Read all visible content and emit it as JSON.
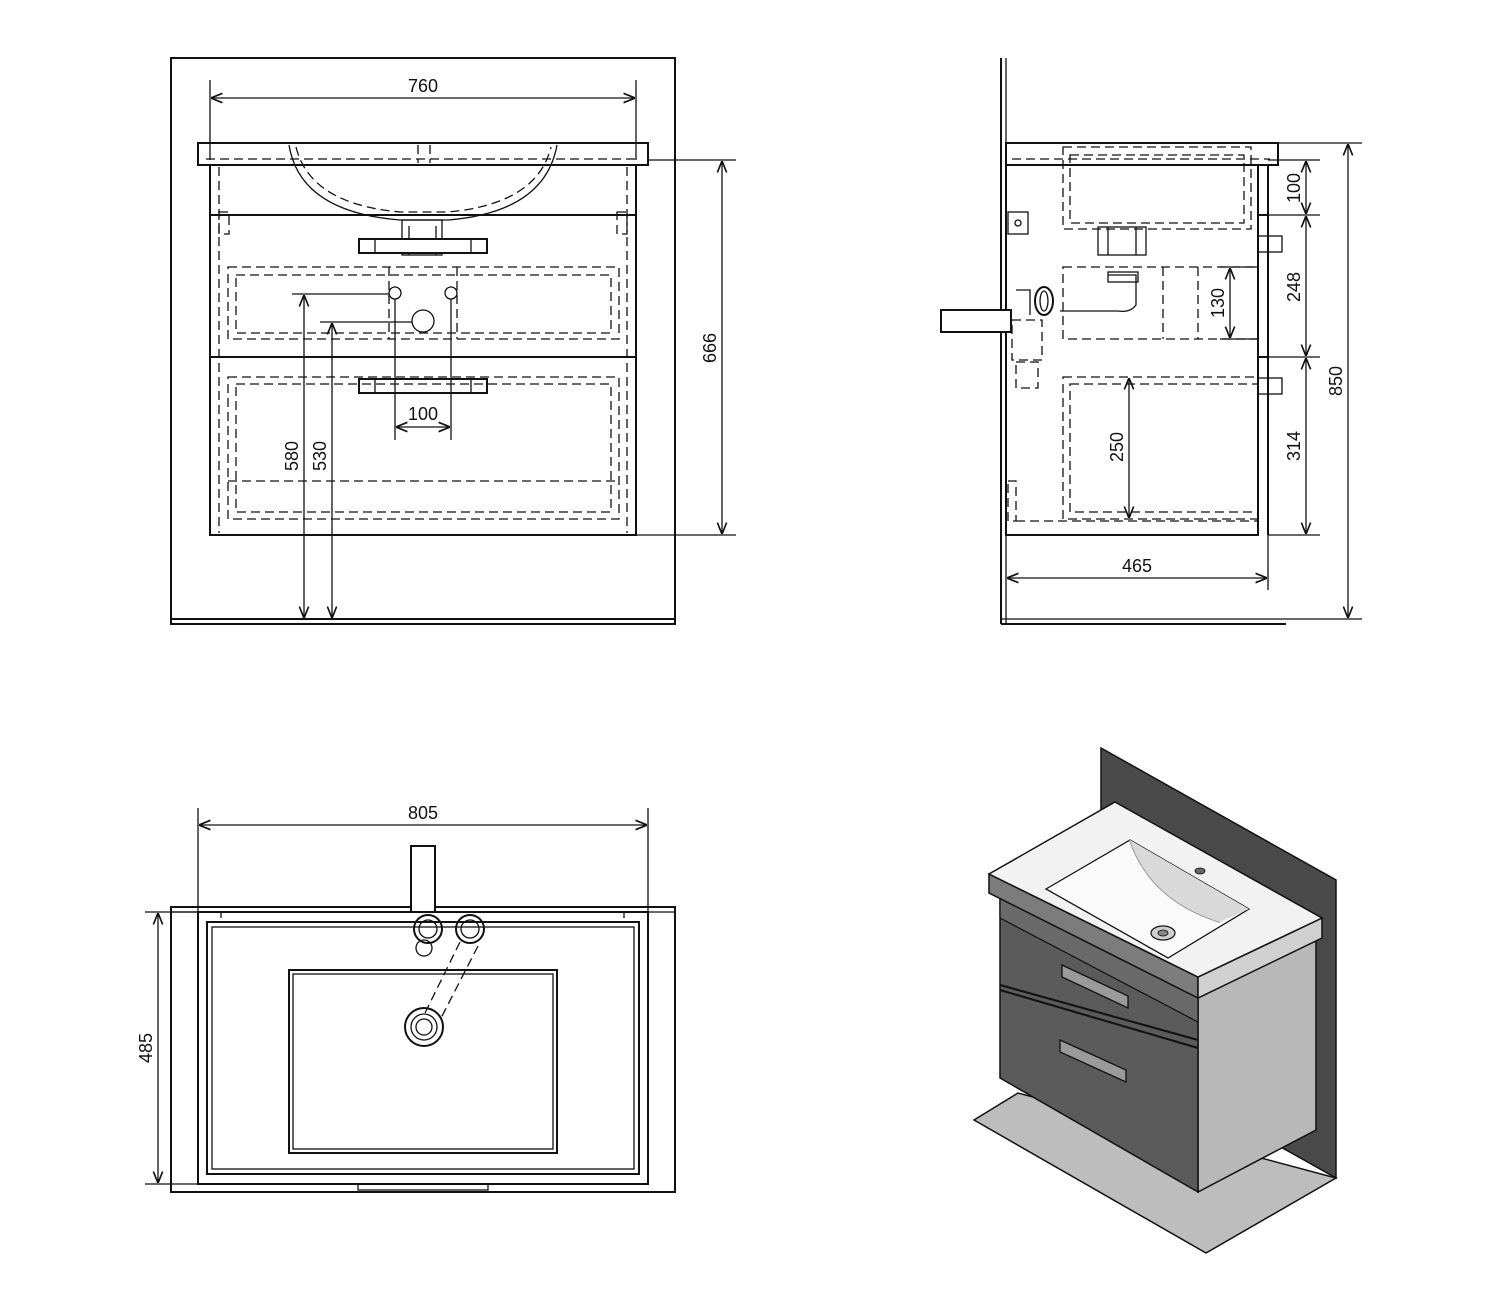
{
  "dimensions": {
    "front": {
      "overall_width": "760",
      "height": "666",
      "waste_spacing": "100",
      "waste_height_upper": "580",
      "waste_height_lower": "530"
    },
    "side": {
      "top_offset": "100",
      "drawer1_height": "248",
      "siphon_height": "130",
      "drawer2_height": "314",
      "drawer2_inner": "250",
      "total_height": "850",
      "depth": "465"
    },
    "plan": {
      "width": "805",
      "depth": "485"
    }
  },
  "colors": {
    "line": "#111111",
    "wall_dark": "#4a4a4a",
    "cabinet_dark": "#5b5b5b",
    "cabinet_side": "#b8b8b8",
    "basin": "#f2f2f2",
    "floor_shadow": "#bdbdbd"
  }
}
